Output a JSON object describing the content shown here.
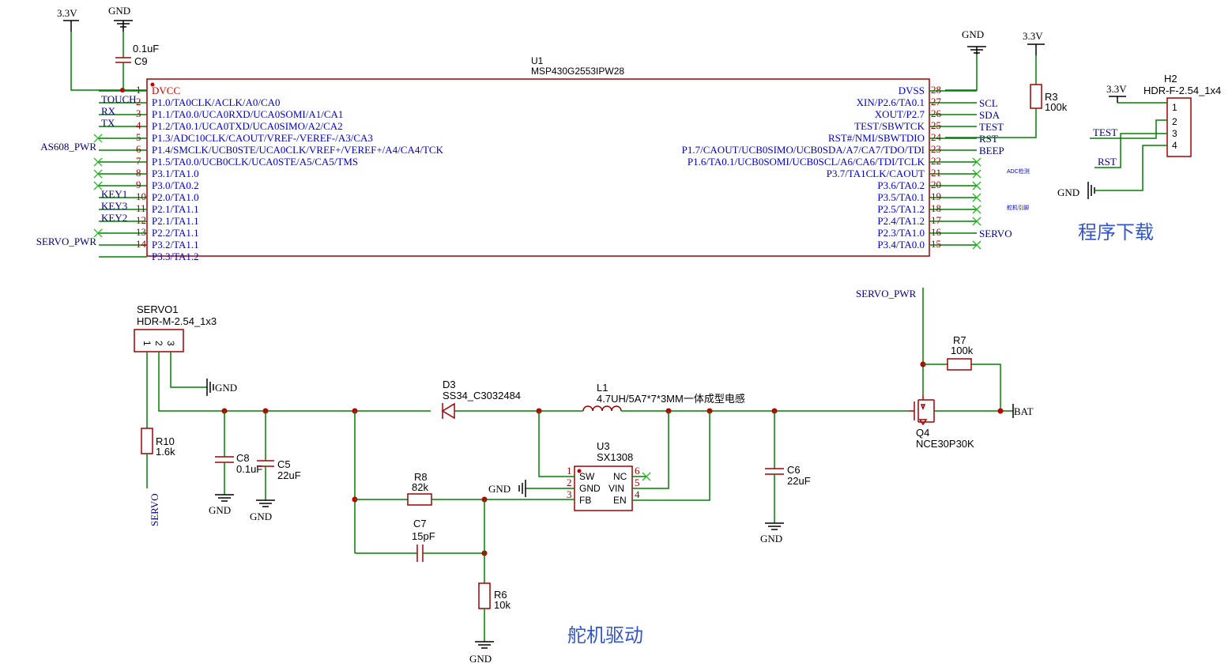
{
  "mcu": {
    "designator": "U1",
    "part": "MSP430G2553IPW28",
    "left_pins": [
      {
        "num": "1",
        "name": "DVCC",
        "net": ""
      },
      {
        "num": "2",
        "name": "P1.0/TA0CLK/ACLK/A0/CA0",
        "net": "TOUCH"
      },
      {
        "num": "3",
        "name": "P1.1/TA0.0/UCA0RXD/UCA0SOMI/A1/CA1",
        "net": "RX"
      },
      {
        "num": "4",
        "name": "P1.2/TA0.1/UCA0TXD/UCA0SIMO/A2/CA2",
        "net": "TX"
      },
      {
        "num": "5",
        "name": "P1.3/ADC10CLK/CAOUT/VREF-/VEREF-/A3/CA3",
        "net": ""
      },
      {
        "num": "6",
        "name": "P1.4/SMCLK/UCB0STE/UCA0CLK/VREF+/VEREF+/A4/CA4/TCK",
        "net": "AS608_PWR"
      },
      {
        "num": "7",
        "name": "P1.5/TA0.0/UCB0CLK/UCA0STE/A5/CA5/TMS",
        "net": ""
      },
      {
        "num": "8",
        "name": "P3.1/TA1.0",
        "net": ""
      },
      {
        "num": "9",
        "name": "P3.0/TA0.2",
        "net": ""
      },
      {
        "num": "10",
        "name": "P2.0/TA1.0",
        "net": "KEY1"
      },
      {
        "num": "11",
        "name": "P2.1/TA1.1",
        "net": "KEY3"
      },
      {
        "num": "12",
        "name": "P2.1/TA1.1",
        "net": "KEY2"
      },
      {
        "num": "13",
        "name": "P2.2/TA1.1",
        "net": ""
      },
      {
        "num": "14",
        "name": "P3.2/TA1.1",
        "net": "SERVO_PWR"
      },
      {
        "num": "",
        "name": "P3.3/TA1.2",
        "net": ""
      }
    ],
    "right_pins": [
      {
        "num": "28",
        "name": "DVSS",
        "net": ""
      },
      {
        "num": "27",
        "name": "XIN/P2.6/TA0.1",
        "net": "SCL"
      },
      {
        "num": "26",
        "name": "XOUT/P2.7",
        "net": "SDA"
      },
      {
        "num": "25",
        "name": "TEST/SBWTCK",
        "net": "TEST"
      },
      {
        "num": "24",
        "name": "RST#/NMI/SBWTDIO",
        "net": "RST"
      },
      {
        "num": "23",
        "name": "P1.7/CAOUT/UCB0SIMO/UCB0SDA/A7/CA7/TDO/TDI",
        "net": "BEEP"
      },
      {
        "num": "22",
        "name": "P1.6/TA0.1/UCB0SOMI/UCB0SCL/A6/CA6/TDI/TCLK",
        "net": ""
      },
      {
        "num": "21",
        "name": "P3.7/TA1CLK/CAOUT",
        "net": ""
      },
      {
        "num": "20",
        "name": "P3.6/TA0.2",
        "net": ""
      },
      {
        "num": "19",
        "name": "P3.5/TA0.1",
        "net": ""
      },
      {
        "num": "18",
        "name": "P2.5/TA1.2",
        "net": ""
      },
      {
        "num": "17",
        "name": "P2.4/TA1.2",
        "net": ""
      },
      {
        "num": "16",
        "name": "P2.3/TA1.0",
        "net": "SERVO"
      },
      {
        "num": "15",
        "name": "P3.4/TA0.0",
        "net": ""
      }
    ]
  },
  "power": {
    "v33": "3.3V",
    "gnd": "GND",
    "bat": "BAT",
    "servo_pwr": "SERVO_PWR",
    "servo": "SERVO"
  },
  "parts": {
    "c9": {
      "ref": "C9",
      "value": "0.1uF"
    },
    "r3": {
      "ref": "R3",
      "value": "100k"
    },
    "h2": {
      "ref": "H2",
      "value": "HDR-F-2.54_1x4",
      "pins": [
        "1",
        "2",
        "3",
        "4"
      ]
    },
    "servo1": {
      "ref": "SERVO1",
      "value": "HDR-M-2.54_1x3",
      "pins": [
        "1",
        "2",
        "3"
      ]
    },
    "r10": {
      "ref": "R10",
      "value": "1.6k"
    },
    "c8": {
      "ref": "C8",
      "value": "0.1uF"
    },
    "c5": {
      "ref": "C5",
      "value": "22uF"
    },
    "d3": {
      "ref": "D3",
      "value": "SS34_C3032484"
    },
    "l1": {
      "ref": "L1",
      "value": "4.7UH/5A7*7*3MM一体成型电感"
    },
    "u3": {
      "ref": "U3",
      "value": "SX1308",
      "pins_left": [
        "1",
        "2",
        "3"
      ],
      "names_left": [
        "SW",
        "GND",
        "FB"
      ],
      "pins_right": [
        "6",
        "5",
        "4"
      ],
      "names_right": [
        "NC",
        "VIN",
        "EN"
      ]
    },
    "r8": {
      "ref": "R8",
      "value": "82k"
    },
    "c7": {
      "ref": "C7",
      "value": "15pF"
    },
    "r6": {
      "ref": "R6",
      "value": "10k"
    },
    "c6": {
      "ref": "C6",
      "value": "22uF"
    },
    "r7": {
      "ref": "R7",
      "value": "100k"
    },
    "q4": {
      "ref": "Q4",
      "value": "NCE30P30K"
    }
  },
  "notes": {
    "prog": "程序下载",
    "servo_drive": "舵机驱动"
  }
}
